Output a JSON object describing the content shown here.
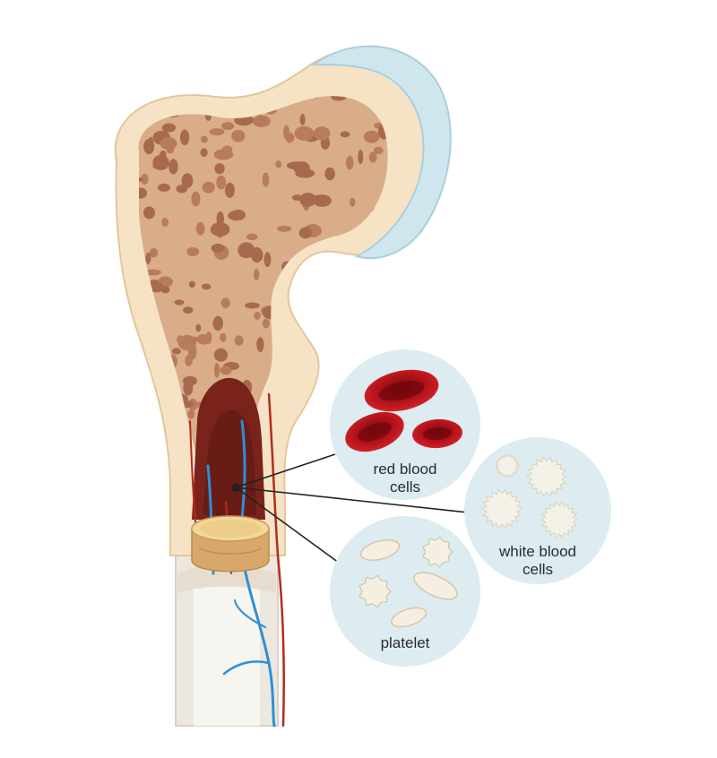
{
  "labels": {
    "rbc_line1": "red blood",
    "rbc_line2": "cells",
    "wbc_line1": "white blood",
    "wbc_line2": "cells",
    "platelet": "platelet"
  },
  "colors": {
    "bone_outer": "#f6e3c6",
    "bone_edge": "#e9cda8",
    "spongy": "#d4a47f",
    "pore": "#a86a4e",
    "marrow_dark": "#6e1f1a",
    "cartilage": "#cfe6ee",
    "bubble": "#dcecf1",
    "rbc": "#c2161c",
    "wbc": "#f4f1e6",
    "platelet": "#f6efe1",
    "vein": "#2d8fd6",
    "artery": "#b42b1e",
    "pointer": "#222222"
  }
}
